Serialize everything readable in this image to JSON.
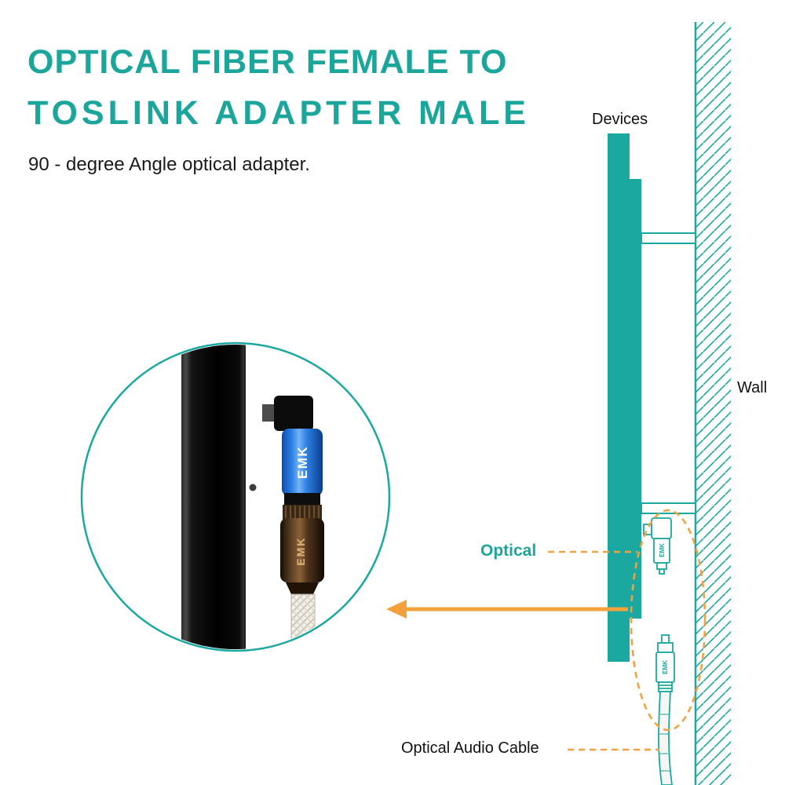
{
  "title": {
    "line1": "OPTICAL FIBER FEMALE TO",
    "line2": "TOSLINK ADAPTER MALE"
  },
  "subtitle": "90 - degree Angle optical adapter.",
  "labels": {
    "devices": "Devices",
    "wall": "Wall",
    "optical": "Optical",
    "optical_audio_cable": "Optical Audio Cable"
  },
  "brand": {
    "adapter": "EMK",
    "connector": "EMK",
    "mini_adapter": "EMK",
    "mini_cable": "EMK"
  },
  "colors": {
    "teal": "#1BA8A0",
    "title_teal": "#1CA69B",
    "orange": "#F2A13C",
    "adapter_blue": "#2F82E6",
    "connector_bronze": "#5E4124",
    "panel_black": "#0A0A0A",
    "text": "#111111"
  }
}
